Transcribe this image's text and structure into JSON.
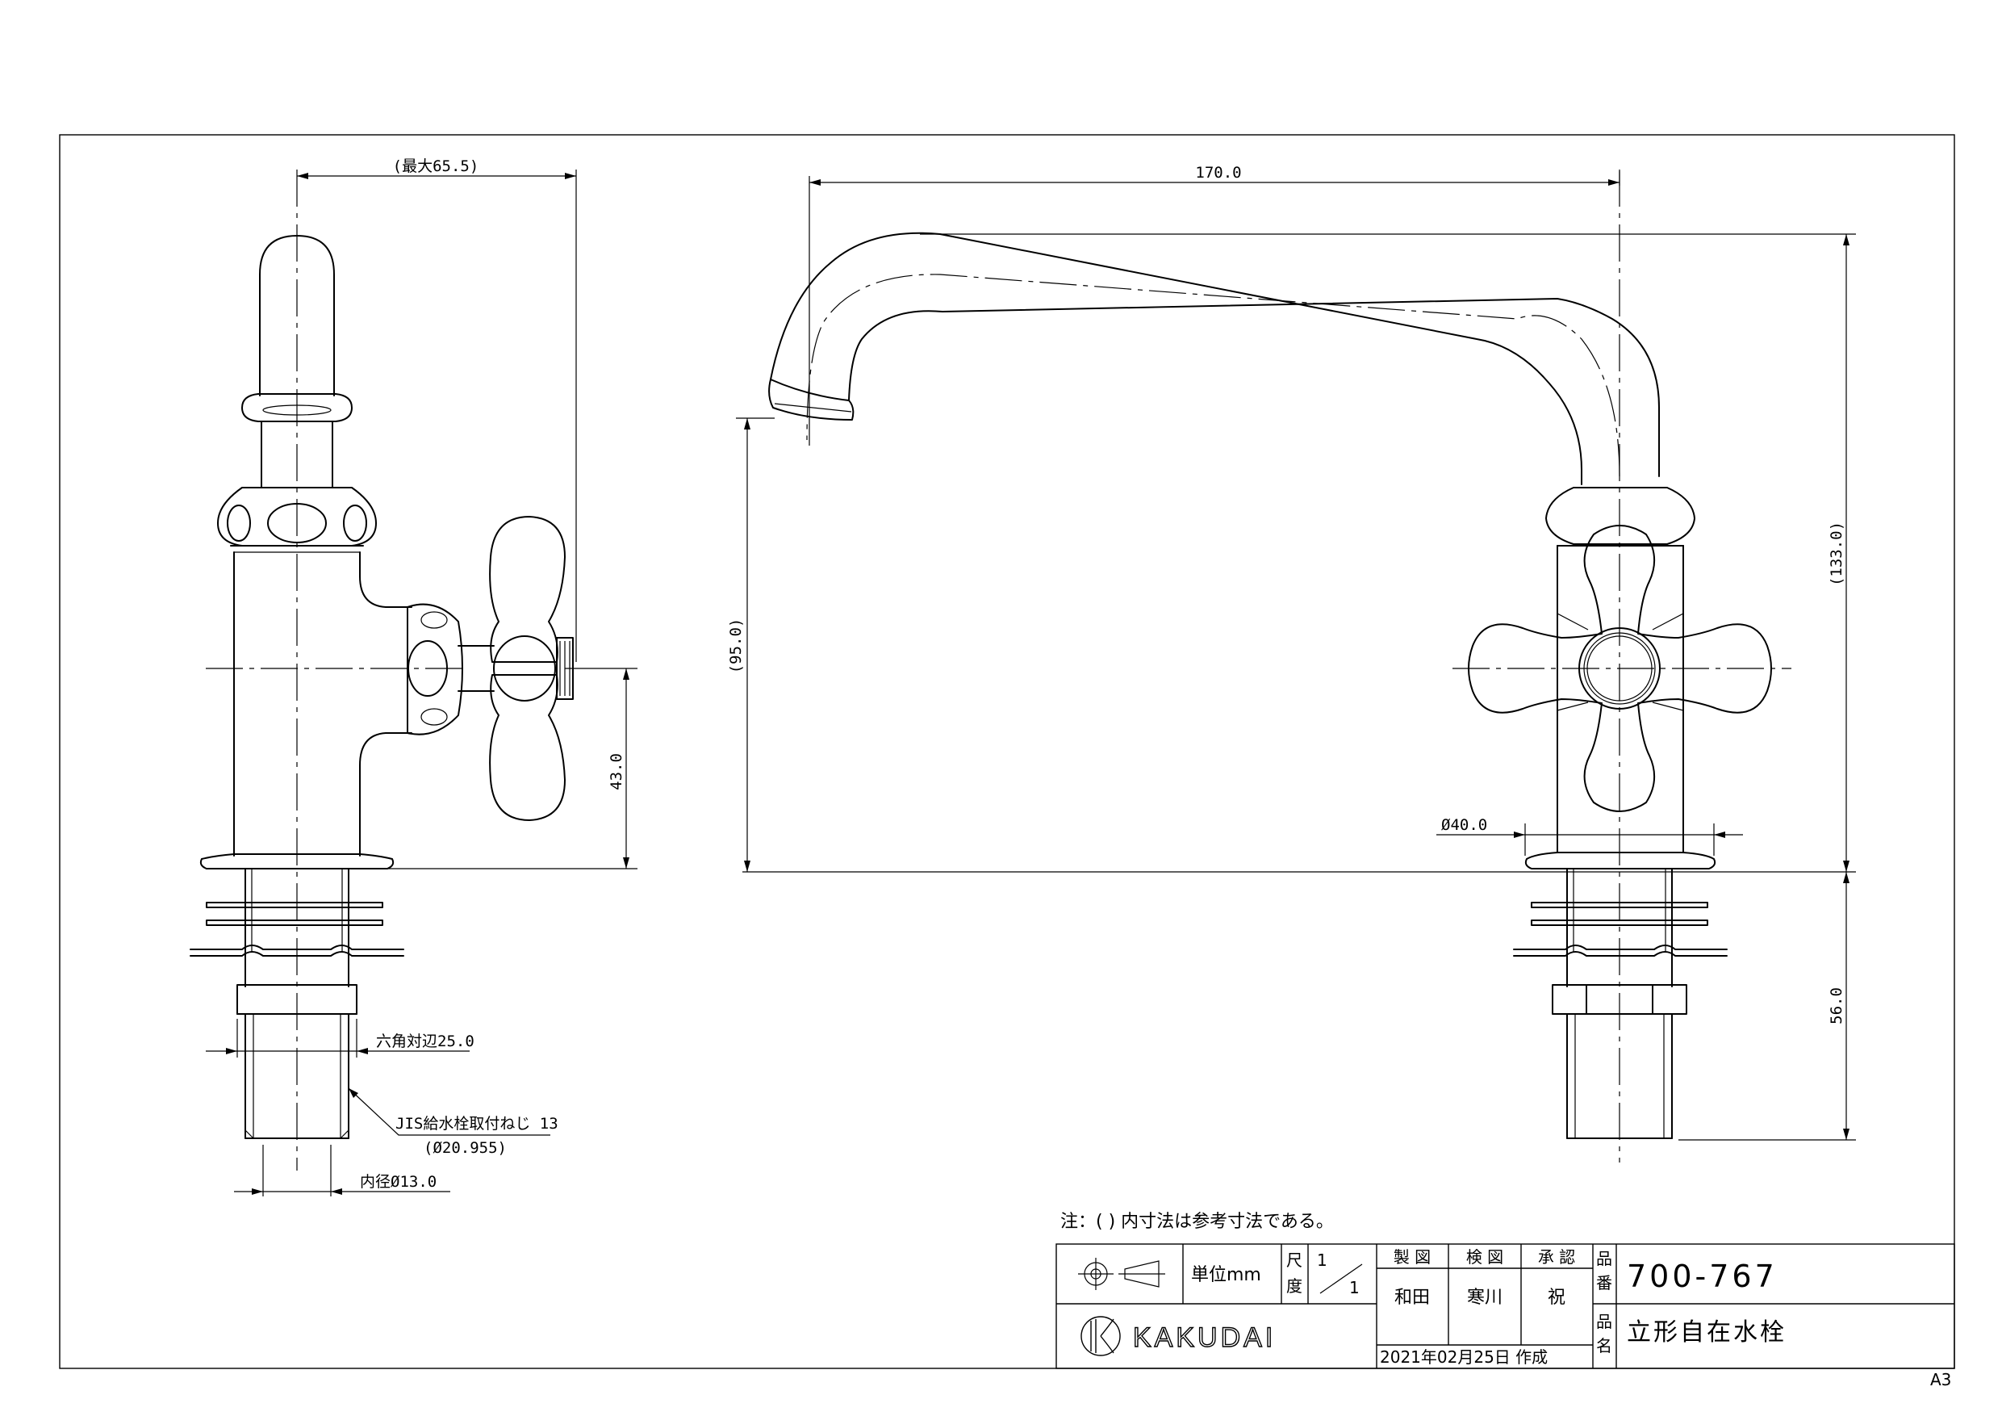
{
  "dimensions": {
    "max_width": "(最大65.5)",
    "spout_length": "170.0",
    "total_height": "(133.0)",
    "spout_height": "(95.0)",
    "handle_height": "43.0",
    "shank_length": "56.0",
    "flange_dia": "Ø40.0",
    "hex_size": "六角対辺25.0",
    "thread_spec": "JIS給水栓取付ねじ 13",
    "thread_dia": "(Ø20.955)",
    "inner_dia": "内径Ø13.0"
  },
  "note": "注：(  ) 内寸法は参考寸法である。",
  "title_block": {
    "unit": "単位mm",
    "scale_label_1": "尺",
    "scale_label_2": "度",
    "scale_num": "1",
    "scale_den": "1",
    "drawn_label": "製 図",
    "checked_label": "検 図",
    "approved_label": "承 認",
    "drawn_by": "和田",
    "checked_by": "寒川",
    "approved_by": "祝",
    "number_label_1": "品",
    "number_label_2": "番",
    "name_label_1": "品",
    "name_label_2": "名",
    "part_number": "700-767",
    "part_name": "立形自在水栓",
    "date": "2021年02月25日 作成",
    "company": "KAKUDAI"
  },
  "sheet_size": "A3"
}
